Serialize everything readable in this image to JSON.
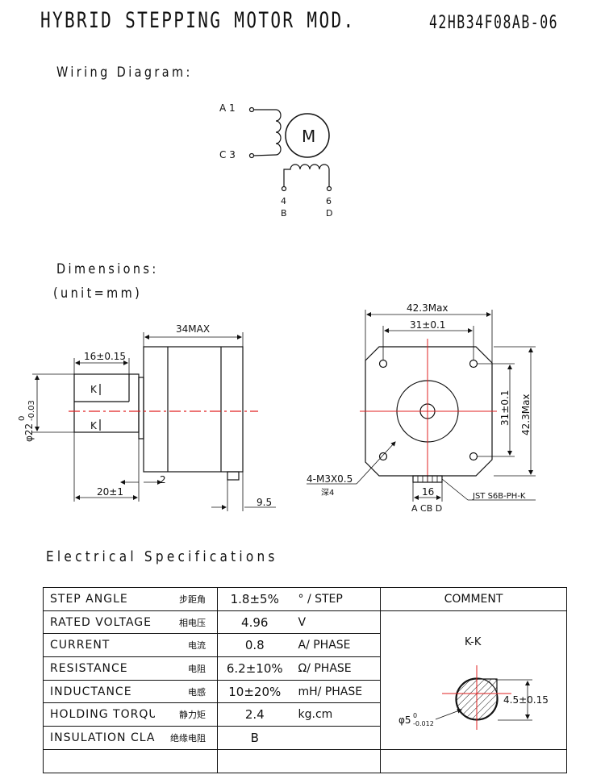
{
  "header": {
    "title": "HYBRID STEPPING MOTOR MOD.",
    "model": "42HB34F08AB-06"
  },
  "wiring": {
    "heading": "Wiring Diagram:",
    "terminal_a": "A 1",
    "terminal_c": "C 3",
    "motor_symbol": "M",
    "b_num": "4",
    "b_letter": "B",
    "d_num": "6",
    "d_letter": "D"
  },
  "dimensions": {
    "heading": "Dimensions:",
    "unit": "(unit=mm)",
    "side": {
      "body_length": "34MAX",
      "shaft_flat": "16±0.15",
      "shaft_dia": "φ22",
      "shaft_tol_upper": "0",
      "shaft_tol_lower": "-0.03",
      "shaft_length": "20±1",
      "flange": "2",
      "connector": "9.5",
      "section_mark": "K"
    },
    "front": {
      "width_max": "42.3Max",
      "hole_spacing_h": "31±0.1",
      "hole_spacing_v": "31±0.1",
      "height_max": "42.3Max",
      "screw": "4-M3X0.5",
      "screw_depth": "深4",
      "connector_width": "16",
      "connector_type": "JST S6B-PH-K",
      "pins": "A CB D"
    }
  },
  "electrical": {
    "heading": "Electrical Specifications",
    "comment_header": "COMMENT",
    "rows": [
      {
        "name": "STEP ANGLE",
        "cn": "步距角",
        "value": "1.8±5%",
        "unit": "° / STEP"
      },
      {
        "name": "RATED VOLTAGE",
        "cn": "相电压",
        "value": "4.96",
        "unit": "V"
      },
      {
        "name": "CURRENT",
        "cn": "电流",
        "value": "0.8",
        "unit": "A/ PHASE"
      },
      {
        "name": "RESISTANCE",
        "cn": "电阻",
        "value": "6.2±10%",
        "unit": "Ω/ PHASE"
      },
      {
        "name": "INDUCTANCE",
        "cn": "电感",
        "value": "10±20%",
        "unit": "mH/ PHASE"
      },
      {
        "name": "HOLDING TORQUE",
        "cn": "静力矩",
        "value": "2.4",
        "unit": "kg.cm"
      },
      {
        "name": "INSULATION CLASS",
        "cn": "绝缘电阻",
        "value": "B",
        "unit": ""
      },
      {
        "name": "",
        "cn": "",
        "value": "",
        "unit": ""
      }
    ],
    "kk": {
      "label": "K-K",
      "dia": "φ5",
      "dia_upper": "0",
      "dia_lower": "-0.012",
      "flat": "4.5±0.15"
    }
  }
}
